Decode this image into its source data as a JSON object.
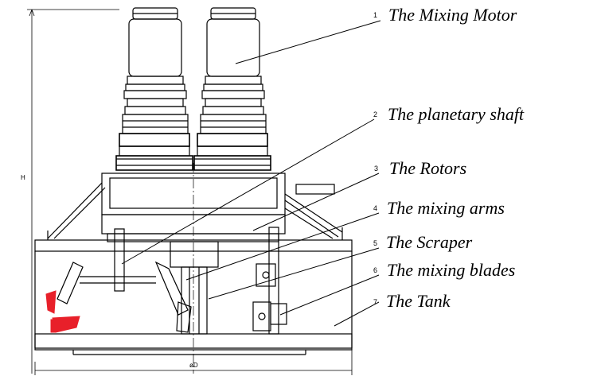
{
  "callouts": [
    {
      "number": "1",
      "label": "The Mixing Motor"
    },
    {
      "number": "2",
      "label": "The planetary shaft"
    },
    {
      "number": "3",
      "label": "The Rotors"
    },
    {
      "number": "4",
      "label": "The mixing arms"
    },
    {
      "number": "5",
      "label": "The Scraper"
    },
    {
      "number": "6",
      "label": "The mixing blades"
    },
    {
      "number": "7",
      "label": "The Tank"
    }
  ],
  "dimensions": {
    "height": "H",
    "diameter": "øD"
  },
  "colors": {
    "line": "#000000",
    "scraper_accent": "#e8202a"
  }
}
